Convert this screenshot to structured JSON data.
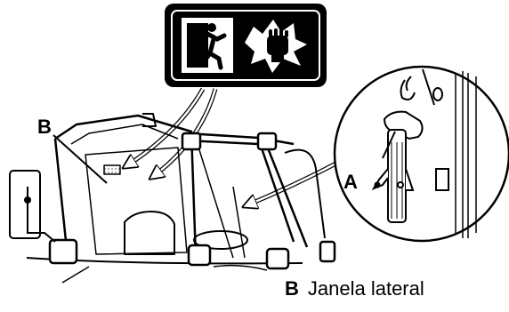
{
  "labels": {
    "a": "A",
    "b": "B"
  },
  "caption": {
    "letter": "B",
    "text": "Janela lateral"
  },
  "sign": {
    "left_icon": "emergency-exit-running-man-icon",
    "right_icon": "break-glass-fist-icon",
    "background": "#000000",
    "foreground": "#ffffff"
  }
}
